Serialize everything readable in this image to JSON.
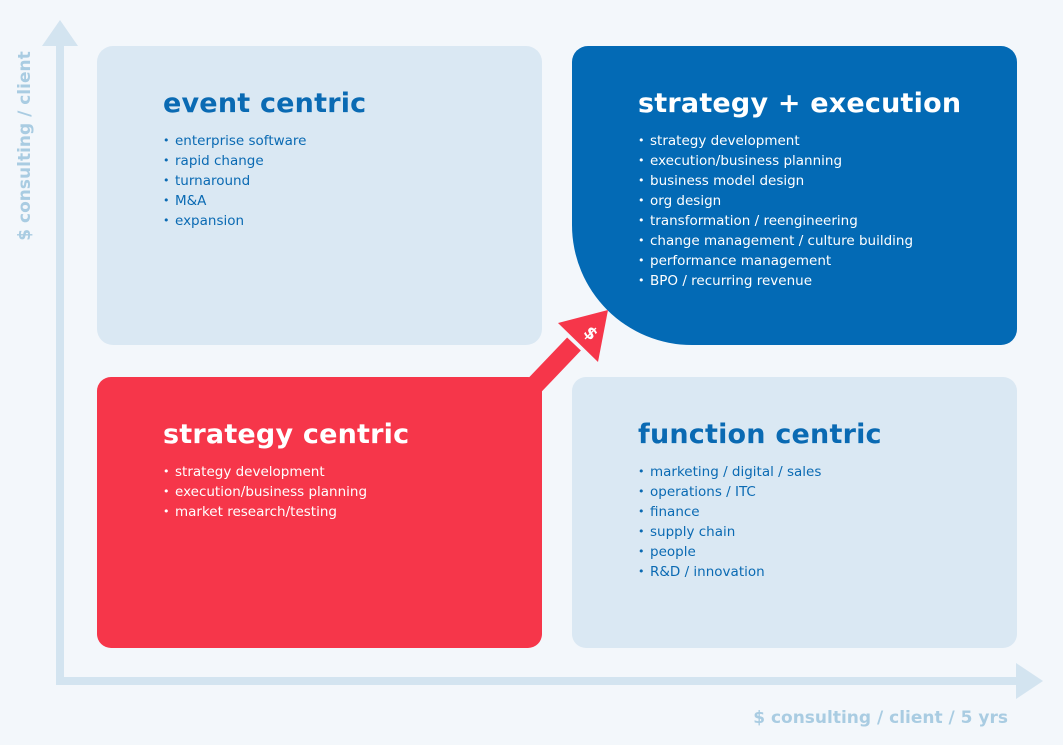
{
  "axes": {
    "y_label": "$ consulting / client",
    "x_label": "$ consulting / client / 5 yrs"
  },
  "arrow": {
    "symbol": "$",
    "color": "#f6364a"
  },
  "quadrants": {
    "event_centric": {
      "title": "event centric",
      "items": [
        "enterprise software",
        "rapid change",
        "turnaround",
        "M&A",
        "expansion"
      ]
    },
    "strategy_execution": {
      "title": "strategy + execution",
      "items": [
        "strategy development",
        "execution/business planning",
        "business model design",
        "org design",
        "transformation / reengineering",
        "change management / culture building",
        "performance management",
        "BPO / recurring revenue"
      ]
    },
    "strategy_centric": {
      "title": "strategy centric",
      "items": [
        "strategy development",
        "execution/business planning",
        "market research/testing"
      ]
    },
    "function_centric": {
      "title": "function centric",
      "items": [
        "marketing / digital / sales",
        "operations / ITC",
        "finance",
        "supply chain",
        "people",
        "R&D / innovation"
      ]
    }
  },
  "colors": {
    "axis": "#d3e4f0",
    "light_box": "#dae8f3",
    "blue_box": "#036ab5",
    "red_box": "#f6364a",
    "blue_text": "#0a6ab3",
    "axis_label": "#a9cce2"
  }
}
